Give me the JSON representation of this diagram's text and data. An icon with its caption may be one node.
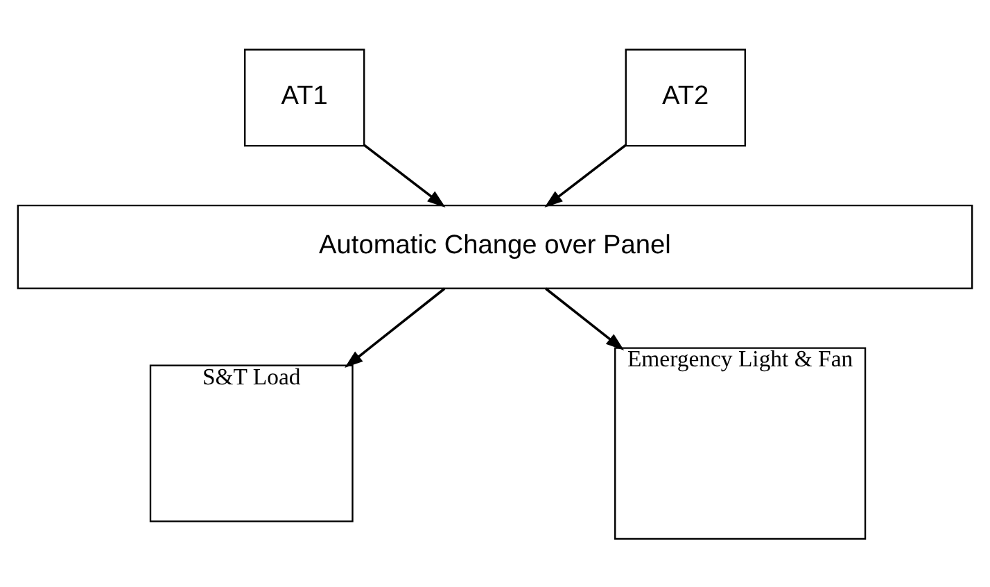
{
  "diagram": {
    "nodes": [
      {
        "text": [
          "AT1"
        ]
      },
      {
        "text": [
          "AT2"
        ]
      },
      {
        "text": [
          "Automatic Change over Panel"
        ]
      },
      {
        "text": [
          "S&T Load"
        ]
      },
      {
        "text": [
          "Emergency Light & Fan"
        ]
      }
    ],
    "edges": [
      {
        "from": 0,
        "to": 2,
        "arrow": "to"
      },
      {
        "from": 1,
        "to": 2,
        "arrow": "to"
      },
      {
        "from": 2,
        "to": 3,
        "arrow": "to"
      },
      {
        "from": 2,
        "to": 4,
        "arrow": "to"
      }
    ]
  }
}
